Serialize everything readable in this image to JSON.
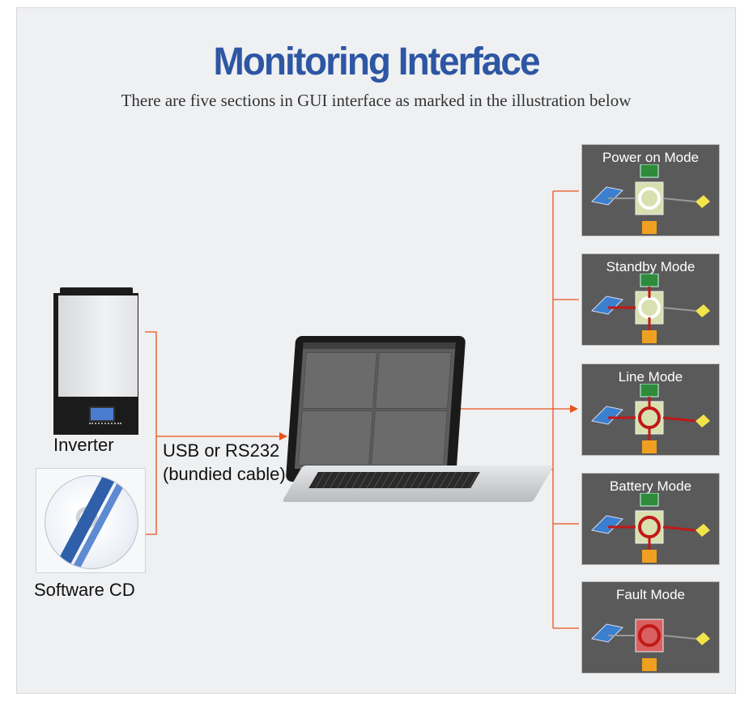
{
  "title": "Monitoring Interface",
  "subtitle": "There are five sections in GUI interface as marked in the illustration below",
  "labels": {
    "inverter": "Inverter",
    "software_cd": "Software CD",
    "connection_line1": "USB or RS232",
    "connection_line2": "(bundied cable)"
  },
  "modes": [
    {
      "title": "Power on Mode"
    },
    {
      "title": "Standby Mode"
    },
    {
      "title": "Line Mode"
    },
    {
      "title": "Battery Mode"
    },
    {
      "title": "Fault Mode"
    }
  ],
  "colors": {
    "title": "#2d56a3",
    "connector": "#e8541c",
    "panel": "#5a5a5a",
    "background": "#eff0f2"
  }
}
